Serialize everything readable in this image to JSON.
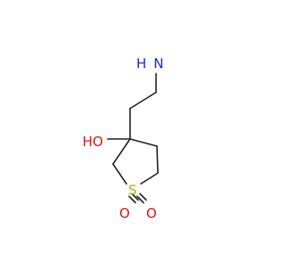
{
  "molecule": {
    "atoms": {
      "amine": {
        "text": "NH2",
        "h": "H",
        "n": "N",
        "color": "#1a2bd6"
      },
      "hydroxyl": {
        "text": "HO",
        "color": "#e0170f"
      },
      "sulfur": {
        "text": "S",
        "color": "#c8a600"
      },
      "oxygen_left": {
        "text": "O",
        "color": "#e0170f"
      },
      "oxygen_right": {
        "text": "O",
        "color": "#e0170f"
      }
    },
    "bond_color": "#222222"
  }
}
